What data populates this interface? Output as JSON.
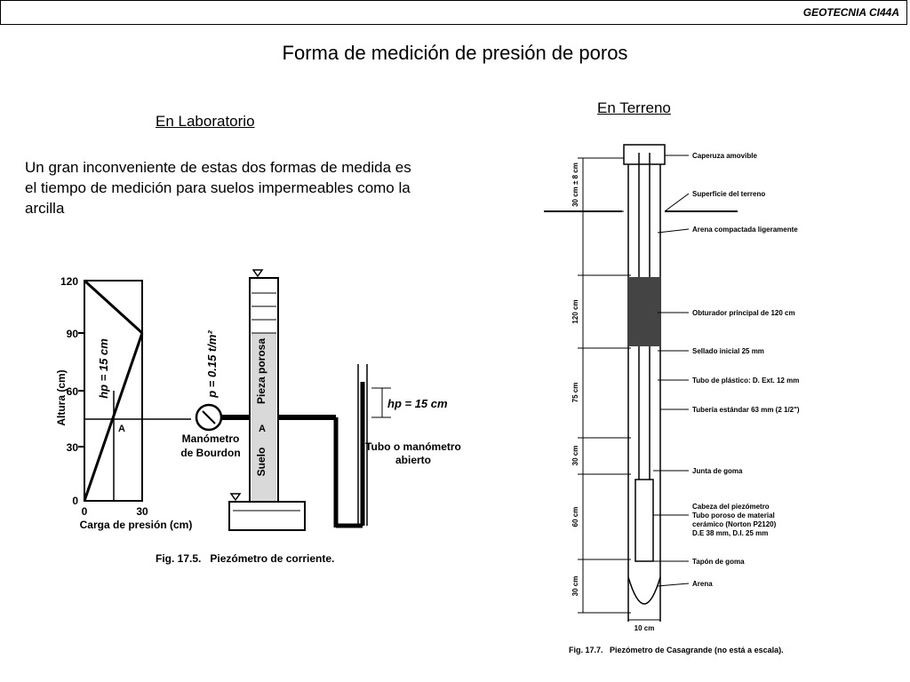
{
  "header": {
    "tag": "GEOTECNIA CI44A"
  },
  "title": "Forma de medición de presión de poros",
  "lab": {
    "subtitle": "En Laboratorio",
    "paragraph": "Un gran inconveniente de estas dos formas de medida es el tiempo de medición para suelos impermeables como la arcilla",
    "figure": {
      "y_ticks": [
        "120",
        "90",
        "60",
        "30",
        "0"
      ],
      "x_ticks": [
        "0",
        "30"
      ],
      "y_axis_label": "Altura (cm)",
      "x_axis_label": "Carga de presión (cm)",
      "hp_label": "hp = 15 cm",
      "point_a": "A",
      "pressure_label": "p = 0.15 t/m²",
      "porous_label": "Pieza porosa",
      "soil_label": "Suelo",
      "gauge_label_1": "Manómetro",
      "gauge_label_2": "de Bourdon",
      "hp_right_label": "hp = 15 cm",
      "tube_label_1": "Tubo o manómetro",
      "tube_label_2": "abierto",
      "caption": "Fig. 17.5.   Piezómetro de corriente."
    }
  },
  "field": {
    "subtitle": "En Terreno",
    "figure": {
      "dims": [
        "30 cm ± 8 cm",
        "120 cm",
        "75 cm",
        "30 cm",
        "60 cm",
        "30 cm"
      ],
      "bottom_dim": "10 cm",
      "labels": [
        "Caperuza amovible",
        "Superficie del terreno",
        "Arena compactada ligeramente",
        "Obturador principal de 120 cm",
        "Sellado inicial 25 mm",
        "Tubo de plástico: D. Ext. 12 mm",
        "Tubería estándar 63 mm (2 1/2\")",
        "Junta de goma",
        "Cabeza del piezómetro",
        "Tubo poroso de material",
        "cerámico (Norton P2120)",
        "D.E 38 mm, D.I. 25 mm",
        "Tapón de goma",
        "Arena"
      ],
      "caption": "Fig. 17.7.   Piezómetro de Casagrande (no está a escala)."
    }
  }
}
